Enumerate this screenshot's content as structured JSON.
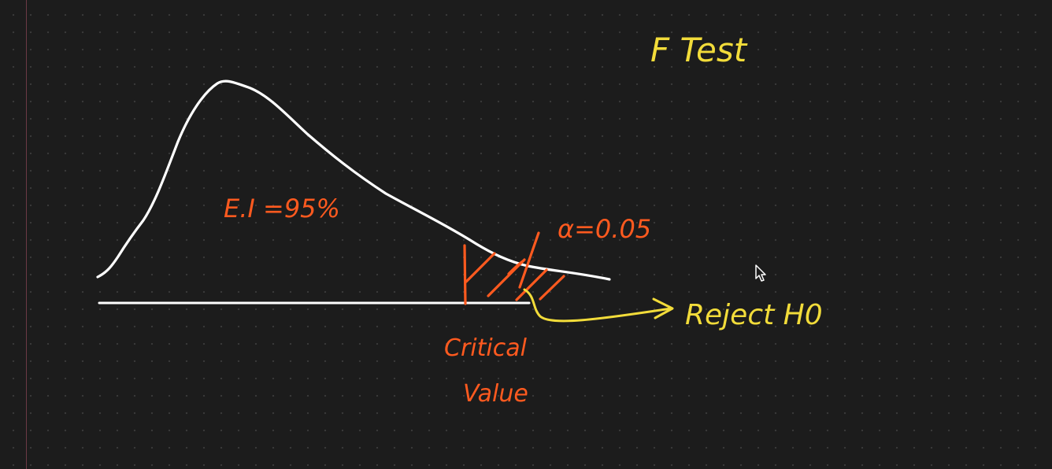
{
  "title": "F Test",
  "annotations": {
    "confidence_interval": "E.I =95%",
    "alpha": "α=0.05",
    "critical_label_line1": "Critical",
    "critical_label_line2": "Value",
    "reject": "Reject H0"
  },
  "colors": {
    "background": "#1c1c1c",
    "curve": "#ffffff",
    "axis": "#ffffff",
    "orange": "#ff5a1f",
    "yellow": "#f2dc3a",
    "margin_line": "#6b3a46"
  },
  "icons": {
    "cursor": "mouse-pointer-icon"
  }
}
